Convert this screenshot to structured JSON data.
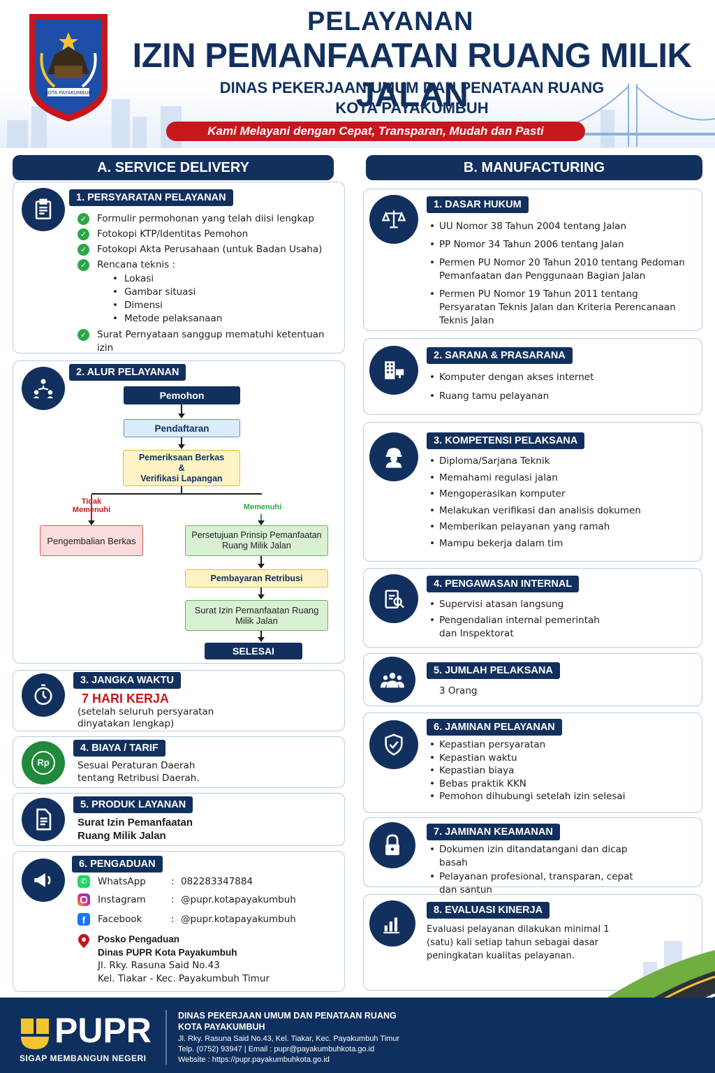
{
  "header": {
    "title1": "PELAYANAN",
    "title2": "IZIN PEMANFAATAN RUANG MILIK JALAN",
    "agency": "DINAS PEKERJAAN UMUM DAN PENATAAN RUANG",
    "city": "KOTA PAYAKUMBUH",
    "tagline": "Kami Melayani dengan Cepat, Transparan, Mudah dan Pasti",
    "logo_text": "KOTA PAYAKUMBUH"
  },
  "colA": {
    "title": "A. SERVICE DELIVERY",
    "s1": {
      "label": "1. PERSYARATAN PELAYANAN",
      "items": [
        "Formulir permohonan yang telah diisi lengkap",
        "Fotokopi KTP/Identitas Pemohon",
        "Fotokopi Akta Perusahaan (untuk Badan Usaha)",
        "Rencana teknis :",
        "Surat Pernyataan sanggup mematuhi ketentuan izin"
      ],
      "sub": [
        "Lokasi",
        "Gambar situasi",
        "Dimensi",
        "Metode pelaksanaan"
      ]
    },
    "s2": {
      "label": "2. ALUR PELAYANAN",
      "pemohon": "Pemohon",
      "pendaftaran": "Pendaftaran",
      "periksa1": "Pemeriksaan Berkas",
      "periksa2": "&",
      "periksa3": "Verifikasi Lapangan",
      "tidak": "Tidak Memenuhi",
      "memenuhi": "Memenuhi",
      "kembali": "Pengembalian Berkas",
      "persetujuan": "Persetujuan Prinsip Pemanfaatan Ruang Milik Jalan",
      "bayar": "Pembayaran Retribusi",
      "surat": "Surat Izin Pemanfaatan Ruang Milik Jalan",
      "selesai": "SELESAI"
    },
    "s3": {
      "label": "3. JANGKA WAKTU",
      "value": "7 HARI KERJA",
      "note": "(setelah seluruh persyaratan dinyatakan lengkap)"
    },
    "s4": {
      "label": "4. BIAYA / TARIF",
      "text": "Sesuai Peraturan Daerah tentang Retribusi Daerah.",
      "icon_text": "Rp"
    },
    "s5": {
      "label": "5. PRODUK LAYANAN",
      "text1": "Surat Izin Pemanfaatan",
      "text2": "Ruang Milik Jalan"
    },
    "s6": {
      "label": "6. PENGADUAN",
      "rows": [
        {
          "name": "WhatsApp",
          "sep": ":",
          "value": "082283347884"
        },
        {
          "name": "Instagram",
          "sep": ":",
          "value": "@pupr.kotapayakumbuh"
        },
        {
          "name": "Facebook",
          "sep": ":",
          "value": "@pupr.kotapayakumbuh"
        }
      ],
      "posko1": "Posko Pengaduan",
      "posko2": "Dinas PUPR Kota Payakumbuh",
      "addr1": "Jl. Rky. Rasuna Said No.43",
      "addr2": "Kel. Tiakar - Kec. Payakumbuh Timur"
    }
  },
  "colB": {
    "title": "B. MANUFACTURING",
    "b1": {
      "label": "1. DASAR HUKUM",
      "items": [
        "UU Nomor 38 Tahun 2004 tentang Jalan",
        "PP Nomor 34 Tahun 2006 tentang Jalan",
        "Permen PU Nomor 20 Tahun 2010 tentang Pedoman Pemanfaatan dan Penggunaan Bagian Jalan",
        "Permen PU Nomor 19 Tahun 2011 tentang Persyaratan Teknis Jalan dan Kriteria Perencanaan Teknis Jalan"
      ]
    },
    "b2": {
      "label": "2. SARANA & PRASARANA",
      "items": [
        "Komputer dengan akses internet",
        "Ruang tamu pelayanan"
      ]
    },
    "b3": {
      "label": "3. KOMPETENSI PELAKSANA",
      "items": [
        "Diploma/Sarjana Teknik",
        "Memahami regulasi jalan",
        "Mengoperasikan komputer",
        "Melakukan verifikasi dan analisis dokumen",
        "Memberikan pelayanan yang ramah",
        "Mampu bekerja dalam tim"
      ]
    },
    "b4": {
      "label": "4. PENGAWASAN INTERNAL",
      "items": [
        "Supervisi atasan langsung",
        "Pengendalian internal pemerintah dan Inspektorat"
      ]
    },
    "b5": {
      "label": "5. JUMLAH PELAKSANA",
      "text": "3 Orang"
    },
    "b6": {
      "label": "6. JAMINAN PELAYANAN",
      "items": [
        "Kepastian persyaratan",
        "Kepastian waktu",
        "Kepastian biaya",
        "Bebas praktik KKN",
        "Pemohon dihubungi setelah izin selesai"
      ]
    },
    "b7": {
      "label": "7. JAMINAN KEAMANAN",
      "items": [
        "Dokumen izin ditandatangani dan dicap basah",
        "Pelayanan profesional, transparan, cepat dan santun"
      ]
    },
    "b8": {
      "label": "8. EVALUASI KINERJA",
      "text": "Evaluasi pelayanan dilakukan minimal 1 (satu) kali setiap tahun sebagai dasar peningkatan kualitas pelayanan."
    }
  },
  "footer": {
    "brand": "PUPR",
    "slogan": "SIGAP MEMBANGUN NEGERI",
    "l1": "DINAS PEKERJAAN UMUM DAN PENATAAN RUANG",
    "l2": "KOTA PAYAKUMBUH",
    "l3": "Jl. Rky. Rasuna Said No.43, Kel. Tiakar, Kec. Payakumbuh Timur",
    "l4": "Telp. (0752) 93947  |  Email : pupr@payakumbuhkota.go.id",
    "l5": "Website : https://pupr.payakumbuhkota.go.id"
  },
  "colors": {
    "navy": "#12305e",
    "red": "#c8161d",
    "green": "#2aa845",
    "yellow": "#fdf3c4",
    "lightblue": "#dcebfa",
    "lightgreen": "#d9f0d3",
    "pink": "#fbdcdc"
  }
}
